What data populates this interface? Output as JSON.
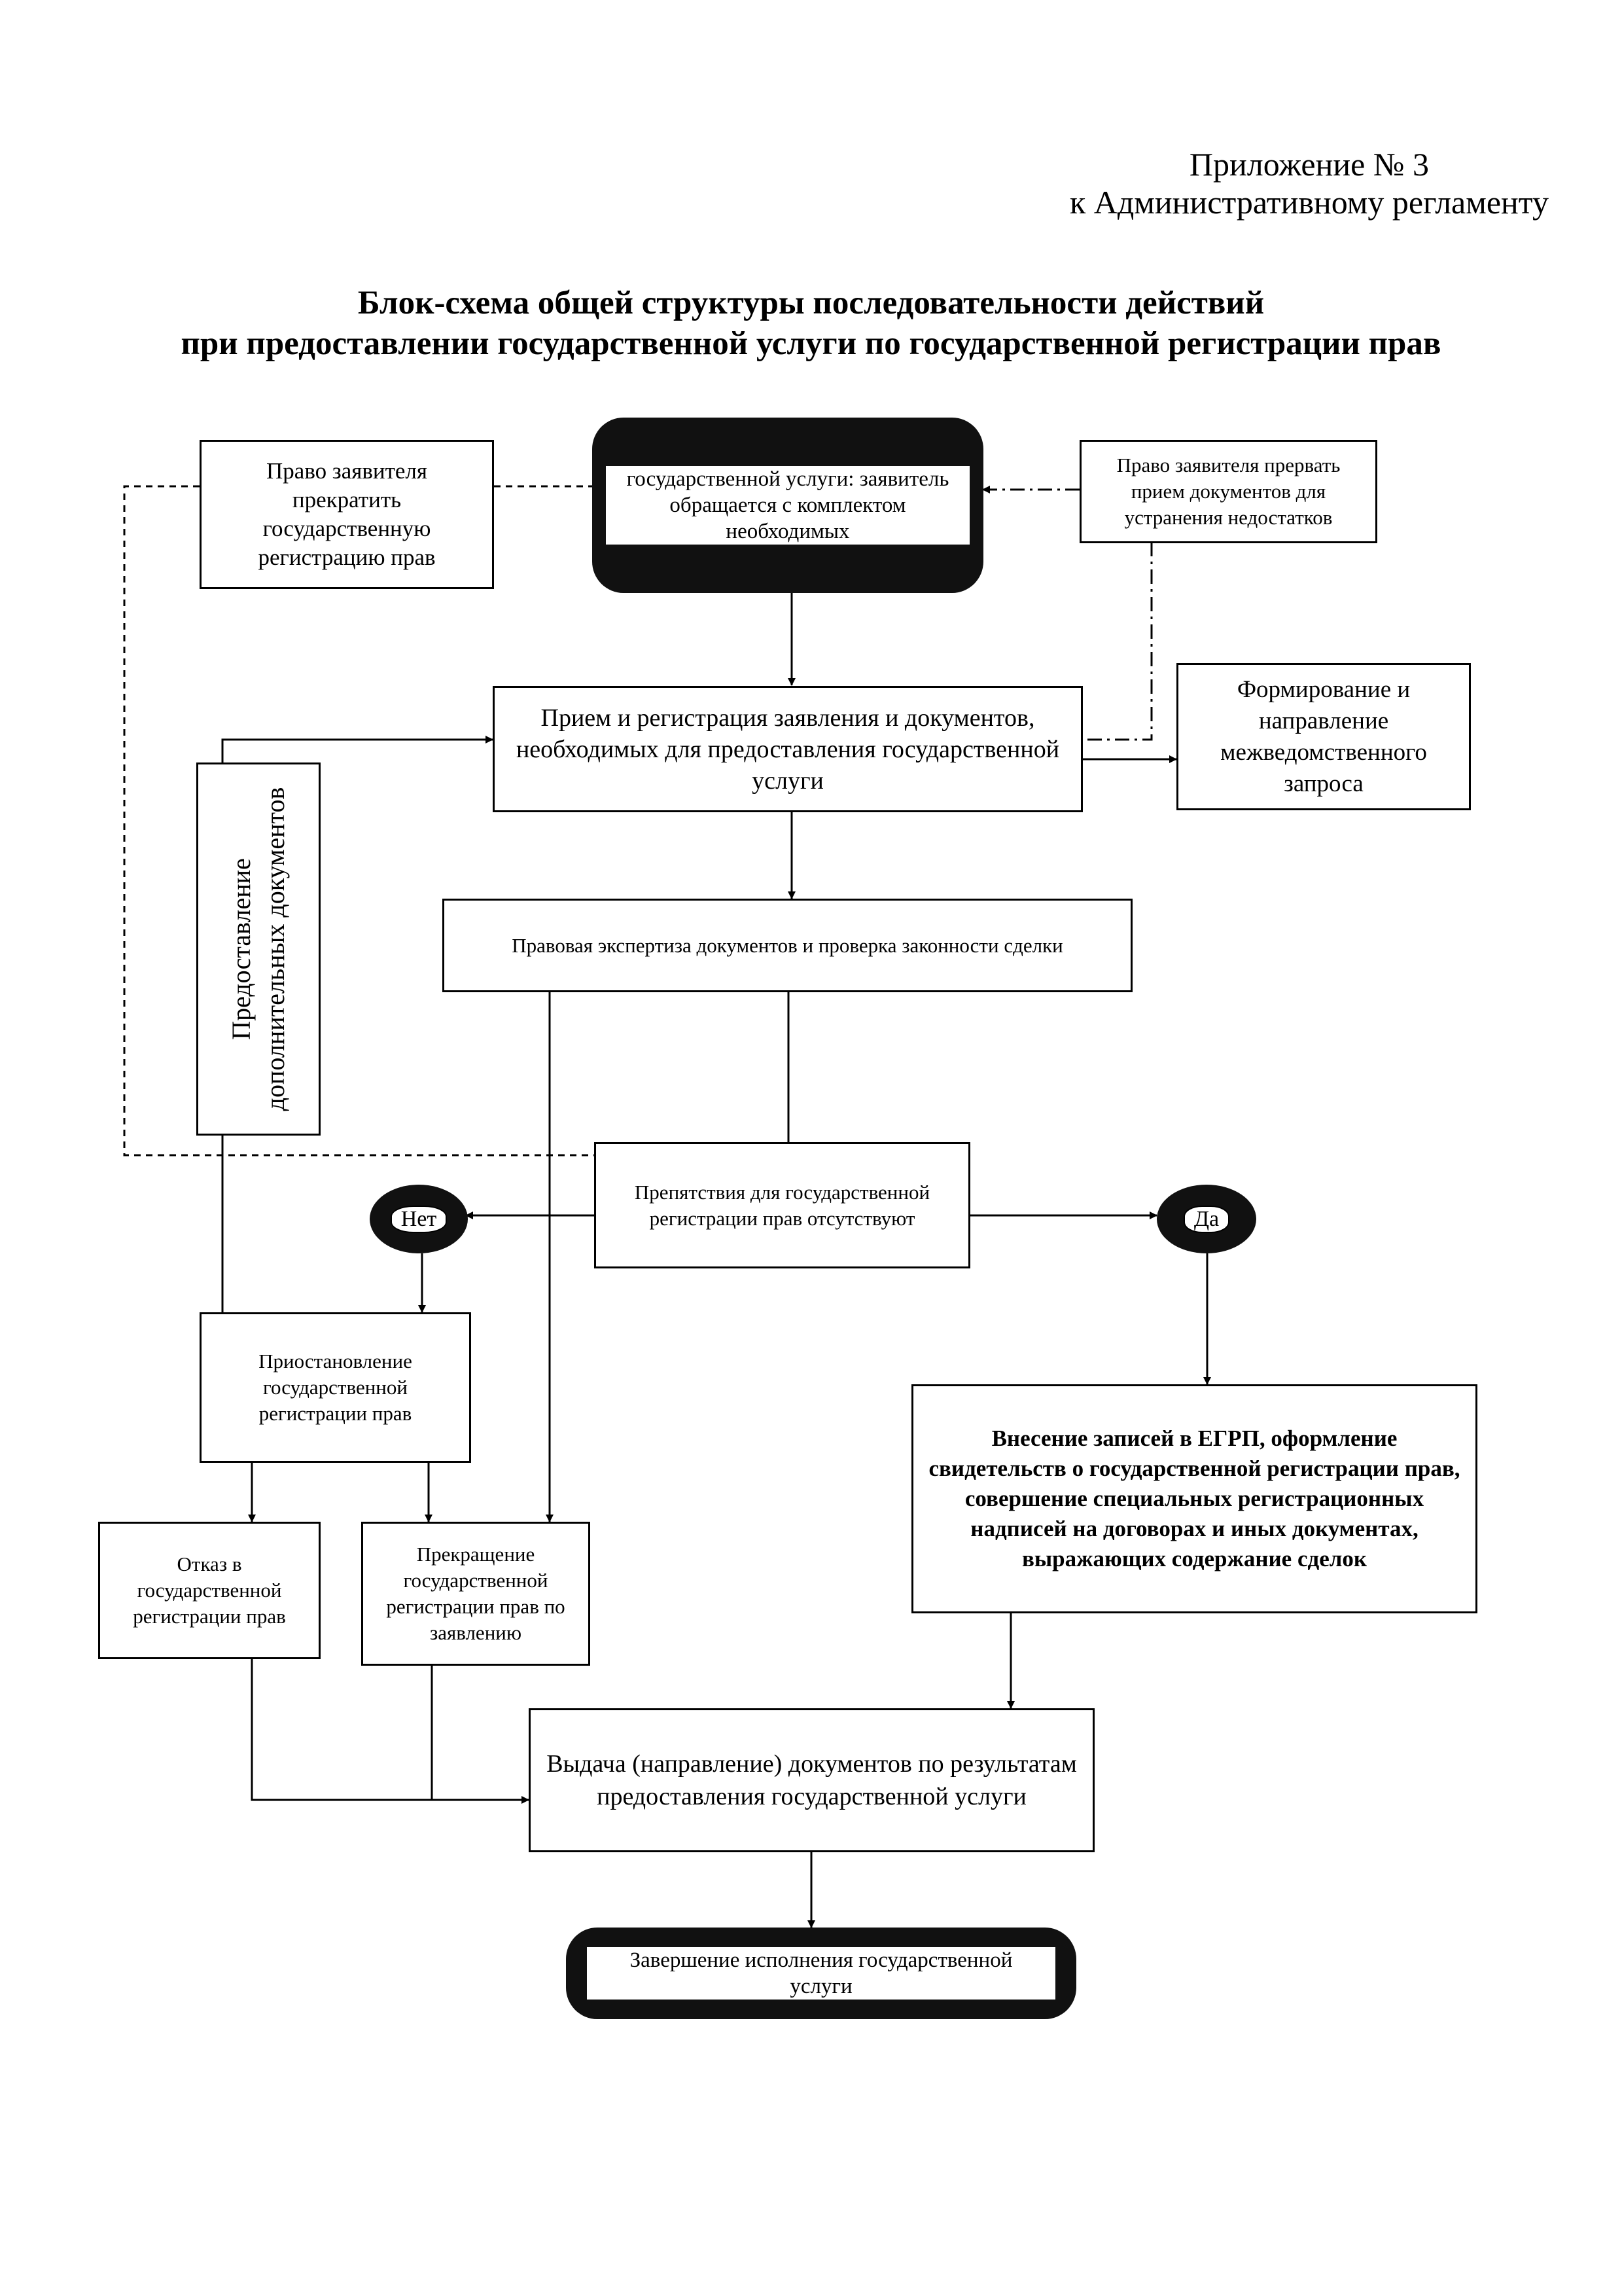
{
  "header": {
    "line1": "Приложение № 3",
    "line2": "к Административному регламенту"
  },
  "title": {
    "line1": "Блок-схема общей структуры последовательности действий",
    "line2": "при предоставлении государственной услуги по государственной регистрации прав"
  },
  "nodes": {
    "start": "государственной услуги: заявитель обращается с комплектом необходимых",
    "right_terminate": "Право заявителя прекратить государственную регистрацию прав",
    "right_interrupt": "Право заявителя прервать прием документов для устранения недостатков",
    "reception": "Прием и регистрация заявления и документов, необходимых для предоставления государственной услуги",
    "interagency": "Формирование и направление межведомственного запроса",
    "additional_docs": "Предоставление дополнительных документов",
    "legal_review": "Правовая экспертиза документов и проверка законности сделки",
    "obstacles": "Препятствия для государственной регистрации прав отсутствуют",
    "no": "Нет",
    "yes": "Да",
    "suspension": "Приостановление государственной регистрации прав",
    "entries": "Внесение записей в ЕГРП, оформление свидетельств о государственной регистрации прав, совершение специальных регистрационных надписей на договорах и иных документах, выражающих содержание сделок",
    "refusal": "Отказ в государственной регистрации прав",
    "termination": "Прекращение государственной регистрации прав по заявлению",
    "issuance": "Выдача (направление) документов по результатам предоставления государственной услуги",
    "end": "Завершение исполнения государственной услуги"
  }
}
